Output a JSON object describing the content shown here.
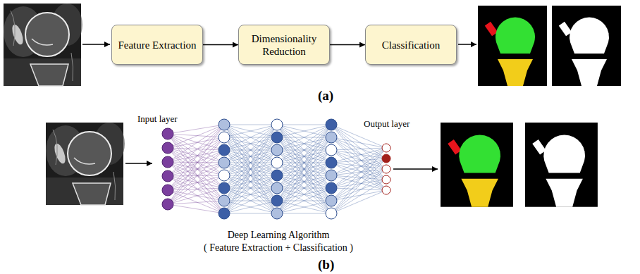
{
  "diagram": {
    "nodes": [
      {
        "text": [
          "Feature Extraction"
        ]
      },
      {
        "text": [
          "Dimensionality Reduction"
        ]
      },
      {
        "text": [
          "Classification"
        ]
      },
      {
        "text": [
          "Deep Learning Algorithm",
          "( Feature Extraction + Classification )"
        ]
      }
    ],
    "edges": [
      {
        "from": 0,
        "to": 1,
        "arrow": "to"
      },
      {
        "from": 1,
        "to": 2,
        "arrow": "to"
      }
    ],
    "labels": [
      "(a)",
      "Input layer",
      "Output layer",
      "(b)"
    ]
  }
}
